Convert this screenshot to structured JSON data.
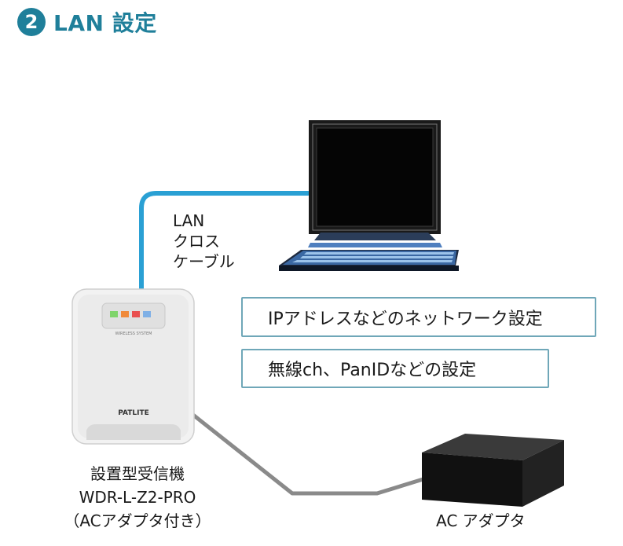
{
  "header": {
    "step_number": "2",
    "title": "LAN 設定"
  },
  "cable": {
    "line1": "LAN",
    "line2": "クロス",
    "line3": "ケーブル"
  },
  "settings": [
    "IPアドレスなどのネットワーク設定",
    "無線ch、PanIDなどの設定"
  ],
  "device": {
    "brand": "PATLITE",
    "panel_text": "WIRELESS SYSTEM",
    "label_line1": "設置型受信機",
    "label_line2": "WDR-L-Z2-PRO",
    "label_line3": "（ACアダプタ付き）"
  },
  "adapter": {
    "label": "AC アダプタ"
  },
  "colors": {
    "accent": "#1f7f9a",
    "lan_cable": "#2aa0d4",
    "power_cable": "#8a8a8a",
    "box_border": "#6fa7b8"
  }
}
